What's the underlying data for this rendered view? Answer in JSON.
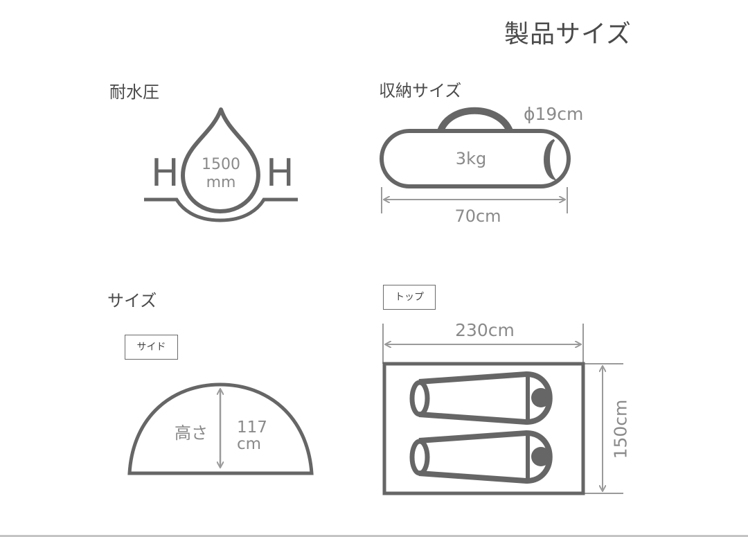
{
  "page": {
    "title": "製品サイズ"
  },
  "water_pressure": {
    "section_title": "耐水圧",
    "value_line1": "1500",
    "value_line2": "mm",
    "left_letter": "H",
    "right_letter": "H"
  },
  "storage": {
    "section_title": "収納サイズ",
    "diameter": "ϕ19cm",
    "weight": "3kg",
    "length": "70cm"
  },
  "size": {
    "section_title": "サイズ",
    "side": {
      "tag": "サイド",
      "height_label": "高さ",
      "height_value_line1": "117",
      "height_value_line2": "cm"
    },
    "top": {
      "tag": "トップ",
      "width": "230cm",
      "depth": "150cm"
    }
  },
  "colors": {
    "stroke_dark": "#666666",
    "stroke_light": "#9a9a9a",
    "text_dark": "#4a4a4a",
    "text_light": "#8a8a8a"
  }
}
